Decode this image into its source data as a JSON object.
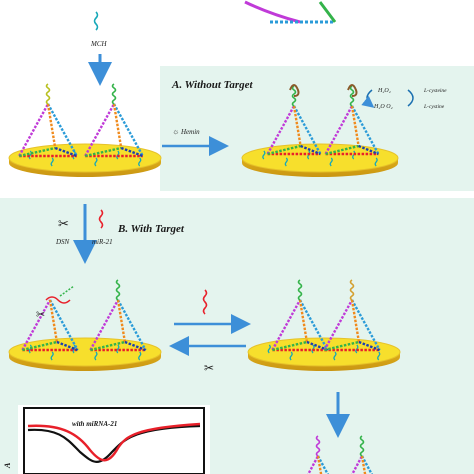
{
  "labels": {
    "mch": "MCH",
    "panel_a_title": "A. Without Target",
    "h2o2_top": "H₂O₂",
    "l_cysteine": "L-cysteine",
    "h2o_o2": "H₂O  O₂",
    "l_cystine": "L-cystine",
    "hemin": "Hemin",
    "panel_b_title": "B. With Target",
    "dsn": "DSN",
    "mirna21": "miR-21",
    "curve_label": "with miRNA-21",
    "y_axis_fragment": "A"
  },
  "colors": {
    "panel_bg": "#e4f4ee",
    "arrow": "#3d8fd8",
    "disk_top": "#f7df2c",
    "disk_side": "#d9a818",
    "curve_red": "#e8202a",
    "curve_black": "#111111"
  }
}
